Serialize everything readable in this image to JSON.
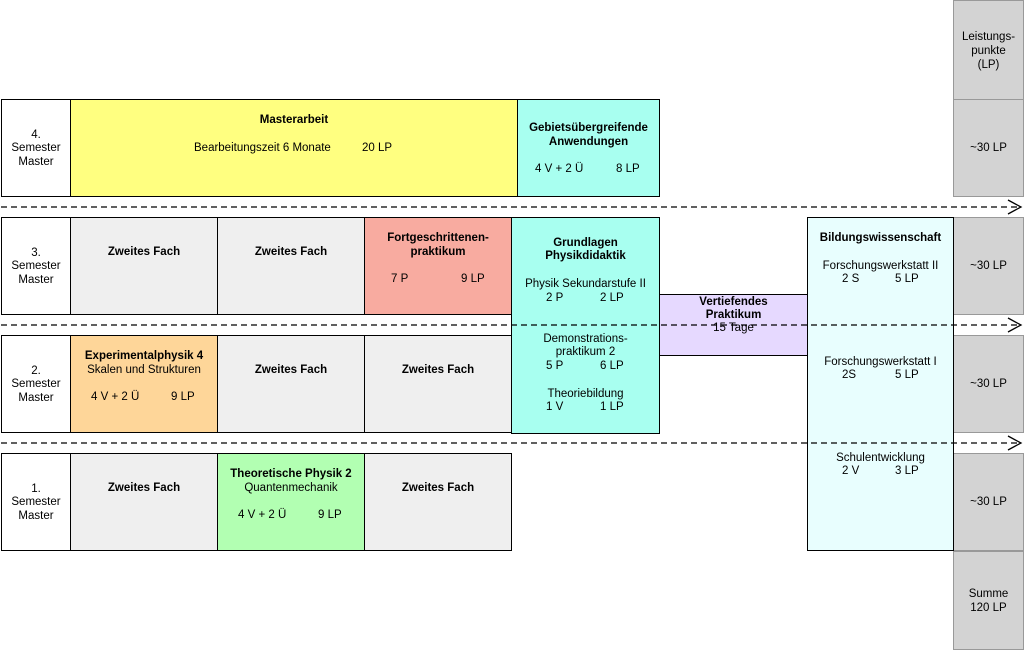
{
  "lp_column": {
    "header": [
      "Leistungs-",
      "punkte",
      "(LP)"
    ],
    "sem4": "~30 LP",
    "sem3": "~30 LP",
    "sem2": "~30 LP",
    "sem1": "~30 LP",
    "sum": [
      "Summe",
      "120 LP"
    ]
  },
  "semesters": {
    "s4": [
      "4.",
      "Semester",
      "Master"
    ],
    "s3": [
      "3.",
      "Semester",
      "Master"
    ],
    "s2": [
      "2.",
      "Semester",
      "Master"
    ],
    "s1": [
      "1.",
      "Semester",
      "Master"
    ]
  },
  "masterarbeit": {
    "title": "Masterarbeit",
    "duration": "Bearbeitungszeit 6 Monate",
    "lp": "20 LP"
  },
  "gebiet": {
    "title": [
      "Gebietsübergreifende",
      "Anwendungen"
    ],
    "hours": "4 V + 2 Ü",
    "lp": "8 LP"
  },
  "zweites_fach": "Zweites Fach",
  "fortgeschrittenen": {
    "title": [
      "Fortgeschrittenen-",
      "praktikum"
    ],
    "hours": "7 P",
    "lp": "9 LP"
  },
  "grundlagen": {
    "title": [
      "Grundlagen",
      "Physikdidaktik"
    ],
    "items": [
      {
        "name": [
          "Physik Sekundarstufe II"
        ],
        "hours": "2 P",
        "lp": "2 LP"
      },
      {
        "name": [
          "Demonstrations-",
          "praktikum 2"
        ],
        "hours": "5 P",
        "lp": "6 LP"
      },
      {
        "name": [
          "Theoriebildung"
        ],
        "hours": "1 V",
        "lp": "1 LP"
      }
    ]
  },
  "vertiefendes": {
    "title": [
      "Vertiefendes",
      "Praktikum"
    ],
    "days": "15 Tage"
  },
  "bildung": {
    "title": "Bildungswissenschaft",
    "items": [
      {
        "name": "Forschungswerkstatt II",
        "hours": "2 S",
        "lp": "5 LP"
      },
      {
        "name": "Forschungswerkstatt I",
        "hours": "2S",
        "lp": "5 LP"
      },
      {
        "name": "Schulentwicklung",
        "hours": "2 V",
        "lp": "3 LP"
      }
    ]
  },
  "experimental": {
    "title": "Experimentalphysik 4",
    "subtitle": "Skalen und Strukturen",
    "hours": "4 V + 2 Ü",
    "lp": "9 LP"
  },
  "theoretische": {
    "title": "Theoretische Physik 2",
    "subtitle": "Quantenmechanik",
    "hours": "4 V + 2 Ü",
    "lp": "9 LP"
  },
  "colors": {
    "yellow": "#ffff80",
    "cyan": "#a8fff0",
    "salmon": "#f8aba0",
    "orange": "#fed699",
    "green": "#b2ffb2",
    "lavender": "#e6d9ff",
    "lightblue": "#e8fefe",
    "gray": "#efefef",
    "lpgray": "#d3d3d3"
  }
}
